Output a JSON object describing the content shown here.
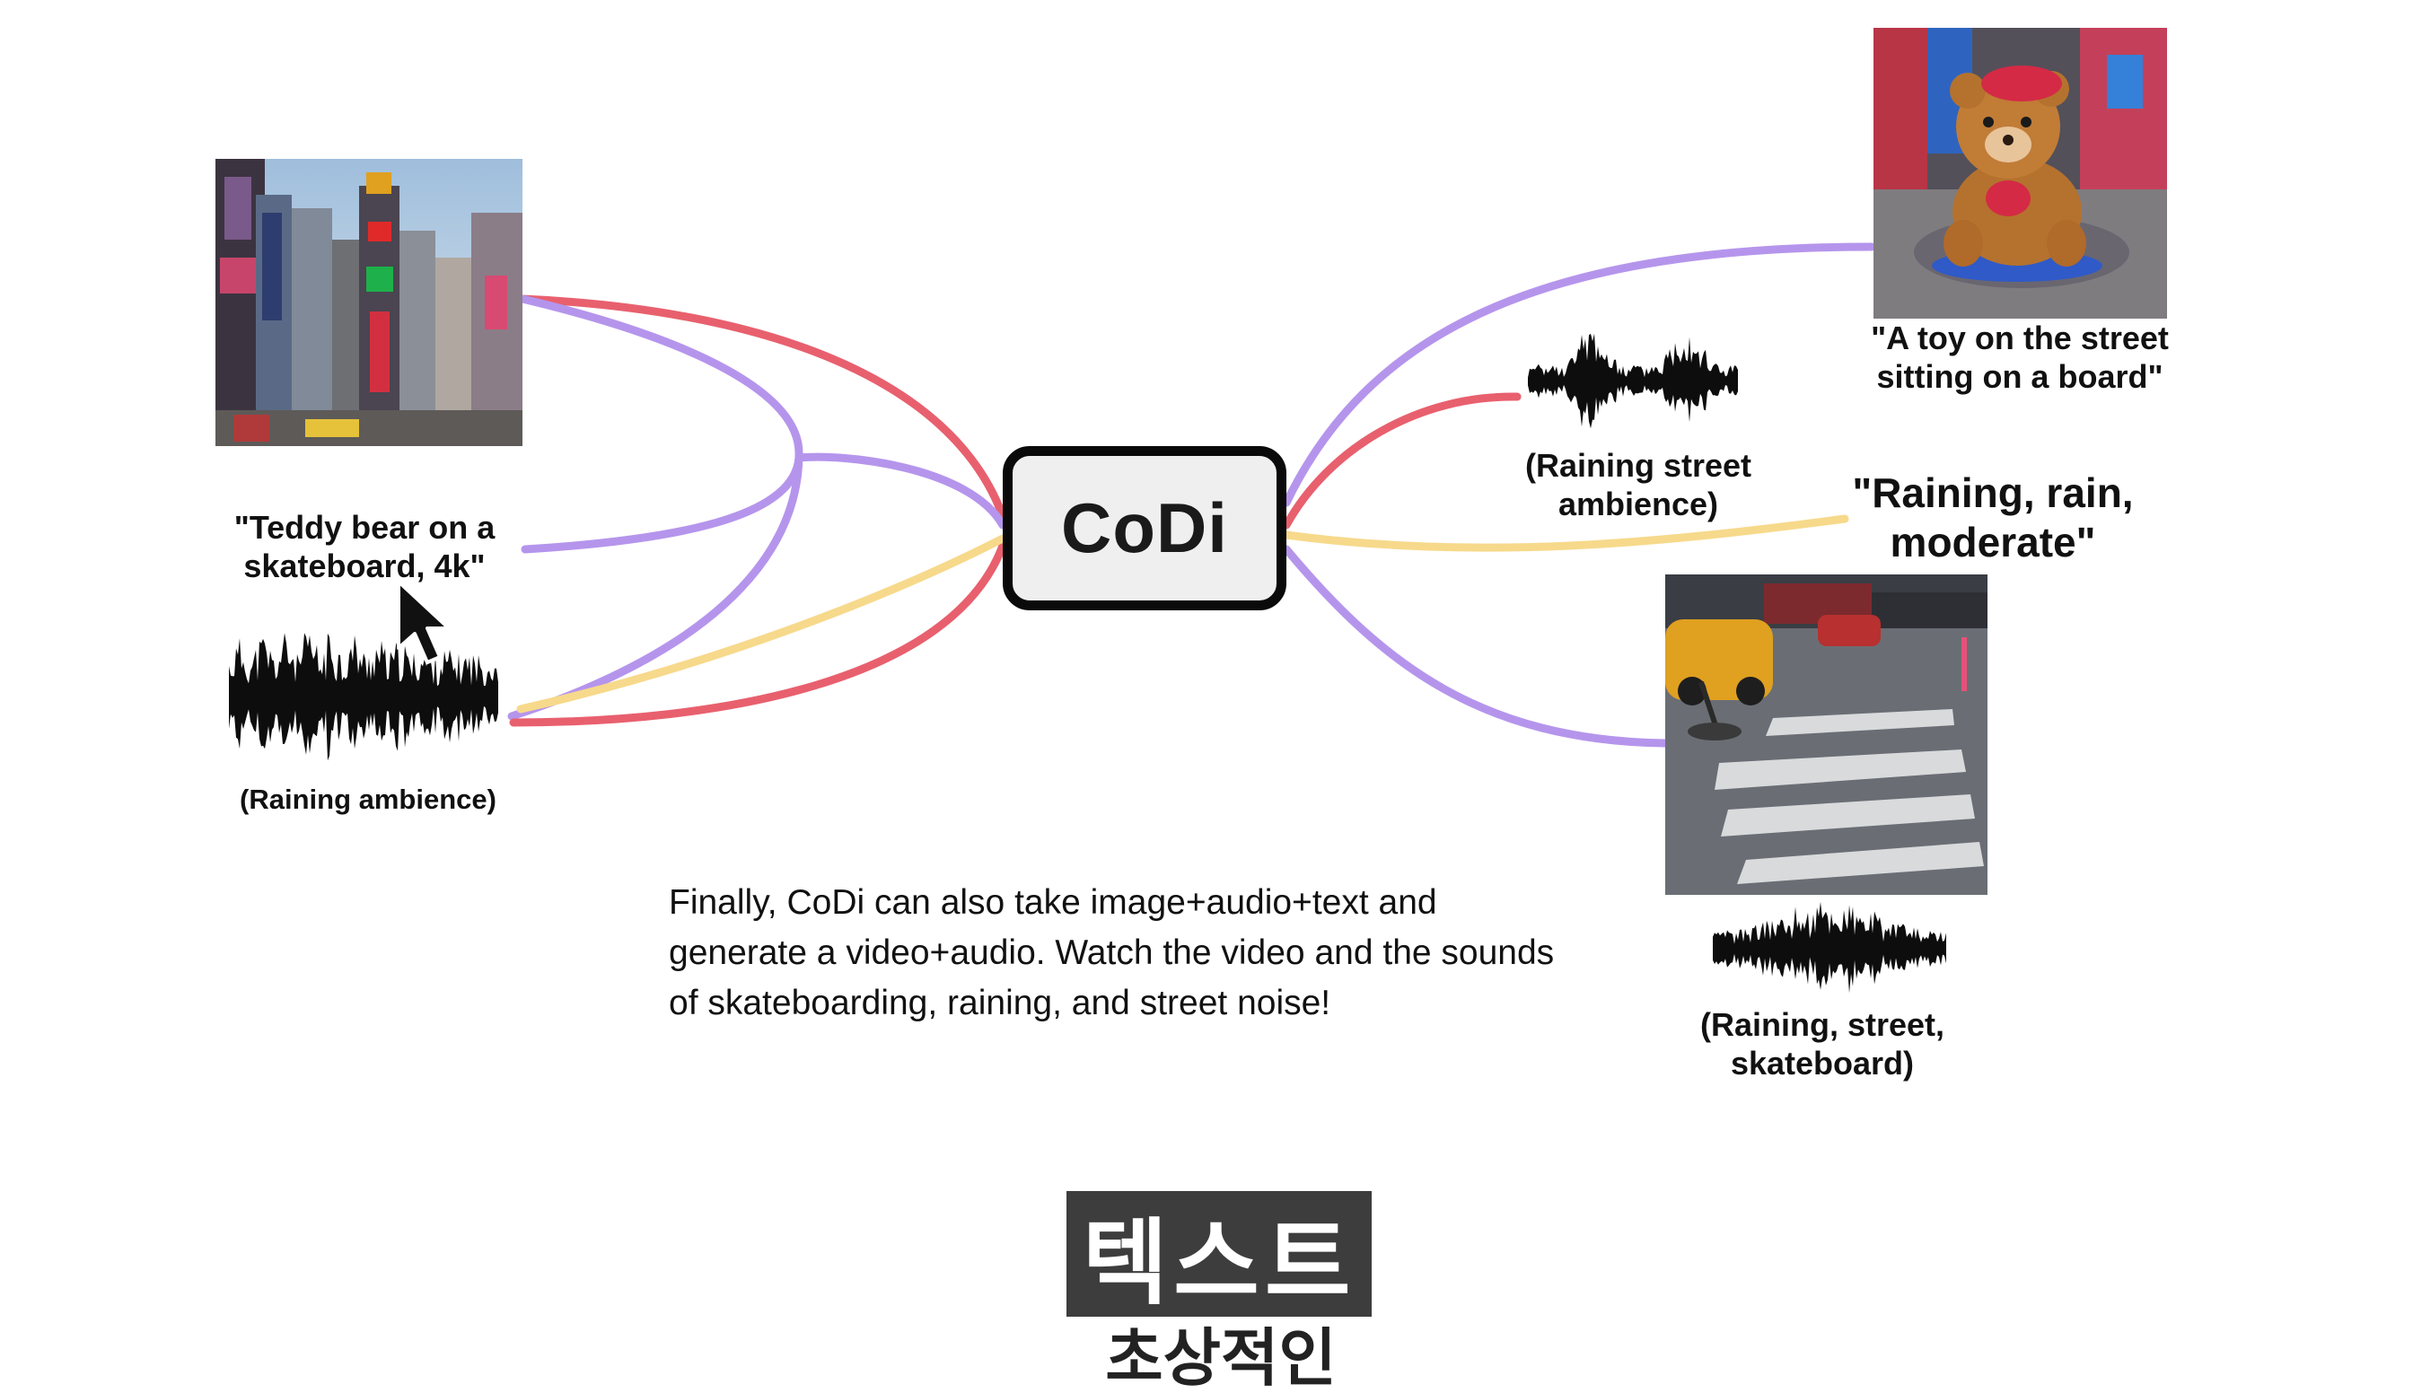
{
  "center": {
    "label": "CoDi"
  },
  "inputs": {
    "text_prompt": "\"Teddy bear on a skateboard, 4k\"",
    "audio_label": "(Raining ambience)"
  },
  "outputs": {
    "image_caption": "\"A toy on the street sitting on a board\"",
    "audio_label": "(Raining street ambience)",
    "text_output": "\"Raining, rain, moderate\"",
    "video_audio_label": "(Raining, street, skateboard)"
  },
  "caption": "Finally, CoDi can also take image+audio+text and generate a video+audio. Watch the video and the sounds of skateboarding, raining, and street noise!",
  "subtitle": {
    "line1": "텍스트",
    "line2": "초상적인"
  },
  "colors": {
    "purple": "#b595ec",
    "red": "#e8606e",
    "yellow": "#f7d98b",
    "box_border": "#0a0a0a",
    "box_fill": "#efefef",
    "subtitle_bg": "#3d3d3d"
  },
  "icons": [
    "cursor-arrow-icon"
  ]
}
